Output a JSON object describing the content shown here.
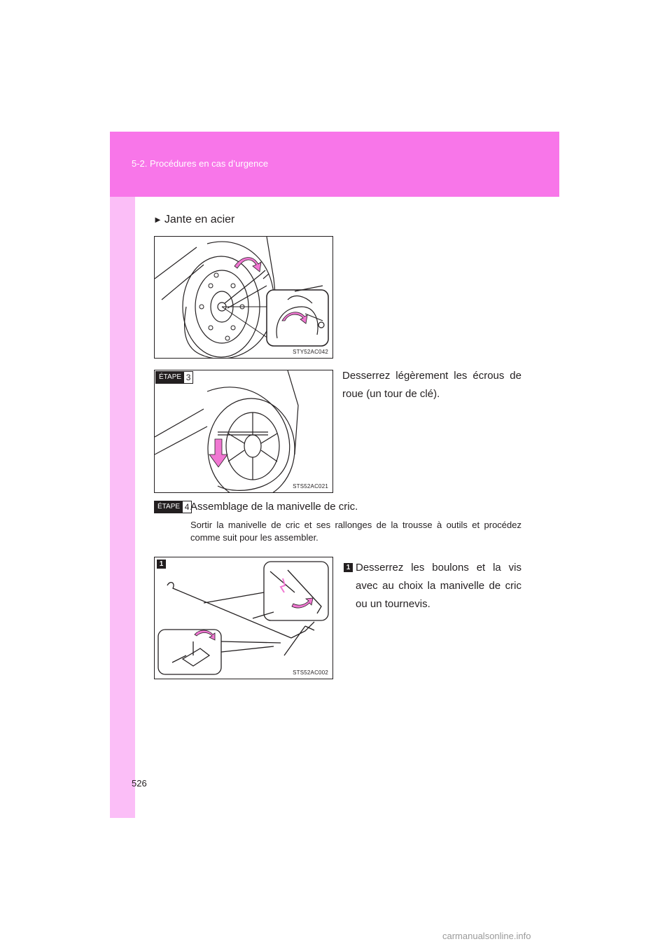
{
  "header": {
    "section": "5-2. Procédures en cas d’urgence"
  },
  "subheading": {
    "marker": "►",
    "text": "Jante en acier"
  },
  "figures": {
    "fig1": {
      "code": "STY52AC042"
    },
    "fig2": {
      "code": "STS52AC021"
    },
    "fig3": {
      "code": "STS52AC002",
      "badge": "1"
    }
  },
  "steps": [
    {
      "label": "ÉTAPE",
      "number": "3",
      "text": "Desserrez légèrement les écrous de roue (un tour de clé)."
    },
    {
      "label": "ÉTAPE",
      "number": "4",
      "text": "Assemblage de la manivelle de cric."
    }
  ],
  "instruction": "Sortir la manivelle de cric et ses rallonges de la trousse à outils et procédez comme suit pour les assembler.",
  "substep": {
    "number": "1",
    "text": "Desserrez les boulons et la vis avec au choix la manivelle de cric ou un tournevis."
  },
  "page_number": "526",
  "watermark": "carmanualsonline.info",
  "colors": {
    "header": "#f876e9",
    "sidebar": "#fbbef7",
    "arrow": "#f077d2"
  }
}
